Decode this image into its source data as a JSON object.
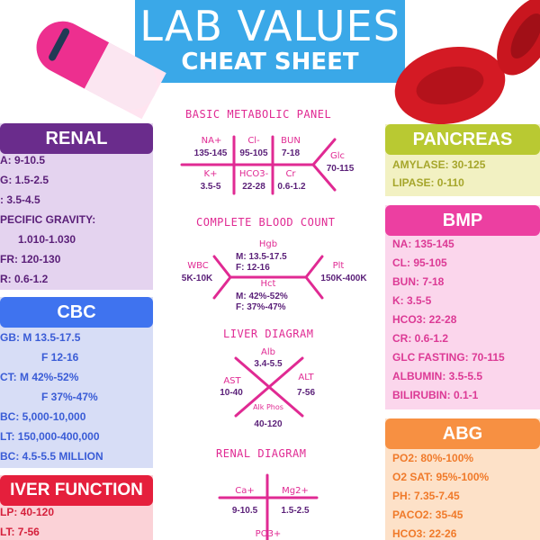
{
  "header": {
    "title": "LAB VALUES",
    "subtitle": "CHEAT SHEET"
  },
  "renal": {
    "title": "RENAL",
    "rows": [
      "A: 9-10.5",
      "G: 1.5-2.5",
      ": 3.5-4.5",
      "PECIFIC GRAVITY:",
      "1.010-1.030",
      "FR: 120-130",
      "R: 0.6-1.2"
    ]
  },
  "cbc": {
    "title": "CBC",
    "rows": [
      "GB: M 13.5-17.5",
      "F 12-16",
      "CT: M 42%-52%",
      "F 37%-47%",
      "BC: 5,000-10,000",
      "LT: 150,000-400,000",
      "BC: 4.5-5.5 MILLION"
    ]
  },
  "liver_function": {
    "title": "IVER FUNCTION",
    "rows": [
      "LP: 40-120",
      "LT: 7-56"
    ]
  },
  "pancreas": {
    "title": "PANCREAS",
    "rows": [
      "AMYLASE: 30-125",
      "LIPASE: 0-110"
    ]
  },
  "bmp": {
    "title": "BMP",
    "rows": [
      "NA: 135-145",
      "CL: 95-105",
      "BUN: 7-18",
      "K: 3.5-5",
      "HCO3: 22-28",
      "CR: 0.6-1.2",
      "GLC FASTING: 70-115",
      "ALBUMIN: 3.5-5.5",
      "BILIRUBIN: 0.1-1"
    ]
  },
  "abg": {
    "title": "ABG",
    "rows": [
      "PO2: 80%-100%",
      "O2 SAT: 95%-100%",
      "PH: 7.35-7.45",
      "PACO2: 35-45",
      "HCO3: 22-26"
    ]
  },
  "bmp_diagram": {
    "title": "BASIC METABOLIC PANEL",
    "na_label": "NA+",
    "na_value": "135-145",
    "cl_label": "Cl-",
    "cl_value": "95-105",
    "bun_label": "BUN",
    "bun_value": "7-18",
    "k_label": "K+",
    "k_value": "3.5-5",
    "hco3_label": "HCO3-",
    "hco3_value": "22-28",
    "cr_label": "Cr",
    "cr_value": "0.6-1.2",
    "glc_label": "Glc",
    "glc_value": "70-115"
  },
  "cbc_diagram": {
    "title": "COMPLETE BLOOD COUNT",
    "hgb_label": "Hgb",
    "hgb_m": "M: 13.5-17.5",
    "hgb_f": "F: 12-16",
    "wbc_label": "WBC",
    "wbc_value": "5K-10K",
    "plt_label": "Plt",
    "plt_value": "150K-400K",
    "hct_label": "Hct",
    "hct_m": "M: 42%-52%",
    "hct_f": "F: 37%-47%"
  },
  "liver_diagram": {
    "title": "LIVER DIAGRAM",
    "alb_label": "Alb",
    "alb_value": "3.4-5.5",
    "ast_label": "AST",
    "ast_value": "10-40",
    "alt_label": "ALT",
    "alt_value": "7-56",
    "alk_label": "Alk Phos",
    "alk_value": "40-120"
  },
  "renal_diagram": {
    "title": "RENAL DIAGRAM",
    "ca_label": "Ca+",
    "ca_value": "9-10.5",
    "mg_label": "Mg2+",
    "mg_value": "1.5-2.5",
    "po_label": "PO3+"
  },
  "colors": {
    "header": "#3aa8e8",
    "renal": "#6a2c8c",
    "cbc": "#3f73ef",
    "liver": "#e51f3c",
    "pancreas": "#b9c932",
    "bmp": "#ec3fa1",
    "abg": "#f79042",
    "diagram": "#e02a93"
  },
  "icons": [
    "pill-icon",
    "red-blood-cell-icon",
    "kidney-icon",
    "pancreas-icon",
    "liver-icon"
  ]
}
